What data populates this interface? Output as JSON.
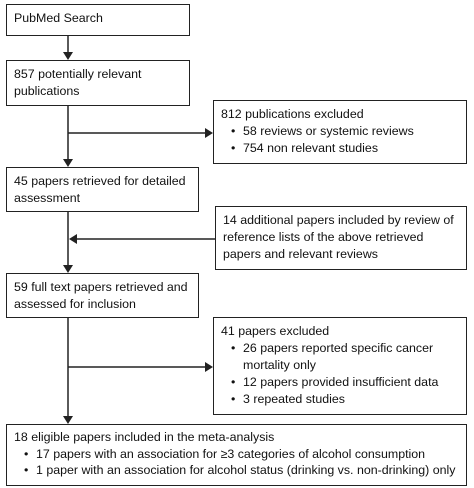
{
  "boxes": {
    "search": {
      "title": "PubMed Search"
    },
    "potential": {
      "title": "857 potentially relevant publications"
    },
    "excluded1": {
      "title": "812 publications excluded",
      "items": [
        "58 reviews or systemic reviews",
        "754 non relevant studies"
      ]
    },
    "retrieved": {
      "title": "45 papers retrieved for detailed assessment"
    },
    "additional": {
      "title": "14 additional papers included by review of reference lists of the above retrieved papers and relevant reviews"
    },
    "fulltext": {
      "title": "59 full text papers retrieved and assessed for inclusion"
    },
    "excluded2": {
      "title": "41 papers excluded",
      "items": [
        "26 papers reported specific cancer mortality only",
        "12 papers provided insufficient data",
        "3 repeated studies"
      ]
    },
    "eligible": {
      "title": "18 eligible papers included in the meta-analysis",
      "items": [
        "17 papers with an association for ≥3 categories of alcohol consumption",
        "1 paper with an association for alcohol status (drinking vs. non-drinking) only"
      ]
    }
  }
}
